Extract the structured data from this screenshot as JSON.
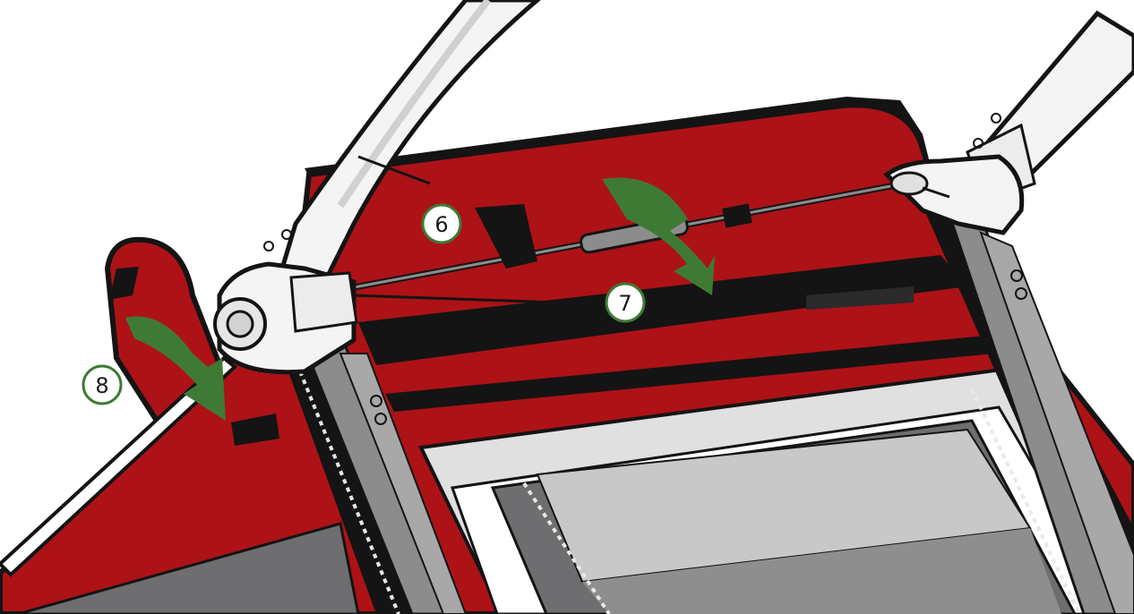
{
  "colors": {
    "fabric_red": "#ad1217",
    "outline": "#141414",
    "strap": "#141414",
    "frame_grey": "#8c8c8c",
    "frame_dark": "#5f5f5f",
    "handle_white": "#f4f4f4",
    "panel_light": "#c8c8c8",
    "panel_mid": "#8e8e8e",
    "panel_dark": "#6e6e70",
    "arrow_green": "#3f7a35",
    "callout_ring": "#3f7a35"
  },
  "icons": {
    "step_arrow": "curved-arrow-down-icon"
  },
  "callouts": [
    {
      "number": "6"
    },
    {
      "number": "7"
    },
    {
      "number": "8"
    }
  ]
}
